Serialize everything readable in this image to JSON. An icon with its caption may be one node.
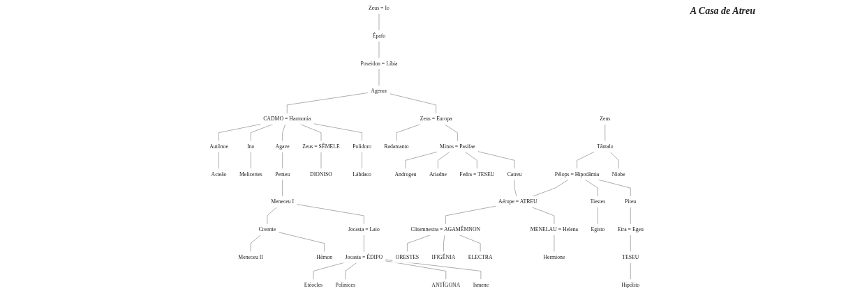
{
  "diagram": {
    "nodes": [
      {
        "text": [
          "Zeus = Io"
        ]
      },
      {
        "text": [
          "Épafo"
        ]
      },
      {
        "text": [
          "Poseidon = Líbia"
        ]
      },
      {
        "text": [
          "Agenor"
        ]
      },
      {
        "text": [
          "CADMO = Harmonia"
        ]
      },
      {
        "text": [
          "Zeus = Europa"
        ]
      },
      {
        "text": [
          "Autônoe"
        ]
      },
      {
        "text": [
          "Ino"
        ]
      },
      {
        "text": [
          "Agave"
        ]
      },
      {
        "text": [
          "Zeus = SÊMELE"
        ]
      },
      {
        "text": [
          "Polidoro"
        ]
      },
      {
        "text": [
          "Acteão"
        ]
      },
      {
        "text": [
          "Melicertes"
        ]
      },
      {
        "text": [
          "Penteu"
        ]
      },
      {
        "text": [
          "DIONISO"
        ]
      },
      {
        "text": [
          "Lábdaco"
        ]
      },
      {
        "text": [
          "Meneceu I"
        ]
      },
      {
        "text": [
          "Creonte"
        ]
      },
      {
        "text": [
          "Jocasta = Laio"
        ]
      },
      {
        "text": [
          "Meneceu II"
        ]
      },
      {
        "text": [
          "Hêmon"
        ]
      },
      {
        "text": [
          "Jocasta = ÉDIPO"
        ]
      },
      {
        "text": [
          "Etéocles"
        ]
      },
      {
        "text": [
          "Polinices"
        ]
      },
      {
        "text": [
          "ANTÍGONA"
        ]
      },
      {
        "text": [
          "Ismene"
        ]
      },
      {
        "text": [
          "Radamanto"
        ]
      },
      {
        "text": [
          "Minos = Pasífae"
        ]
      },
      {
        "text": [
          "Androgeu"
        ]
      },
      {
        "text": [
          "Ariadne"
        ]
      },
      {
        "text": [
          "Fedra = TESEU"
        ]
      },
      {
        "text": [
          "Catreu"
        ]
      },
      {
        "text": [
          "Zeus"
        ]
      },
      {
        "text": [
          "Tântalo"
        ]
      },
      {
        "text": [
          "Pélops = Hipodâmia"
        ]
      },
      {
        "text": [
          "Níobe"
        ]
      },
      {
        "text": [
          "Aérope = ATREU"
        ]
      },
      {
        "text": [
          "Tiestes"
        ]
      },
      {
        "text": [
          "Piteu"
        ]
      },
      {
        "text": [
          "Egisto"
        ]
      },
      {
        "text": [
          "Etra = Egeu"
        ]
      },
      {
        "text": [
          "Clitemnestra = AGAMÊMNON"
        ]
      },
      {
        "text": [
          "MENELAU = Helena"
        ]
      },
      {
        "text": [
          "TESEU"
        ]
      },
      {
        "text": [
          "ORESTES"
        ]
      },
      {
        "text": [
          "IFIGÊNIA"
        ]
      },
      {
        "text": [
          "ELECTRA"
        ]
      },
      {
        "text": [
          "Hermione"
        ]
      },
      {
        "text": [
          "Hipólito"
        ]
      }
    ],
    "edges": [
      {
        "from": 0,
        "to": 1,
        "arrow": "none"
      },
      {
        "from": 1,
        "to": 2,
        "arrow": "none"
      },
      {
        "from": 2,
        "to": 3,
        "arrow": "none"
      },
      {
        "from": 3,
        "to": 4,
        "arrow": "none"
      },
      {
        "from": 3,
        "to": 5,
        "arrow": "none"
      },
      {
        "from": 4,
        "to": 6,
        "arrow": "none"
      },
      {
        "from": 4,
        "to": 7,
        "arrow": "none"
      },
      {
        "from": 4,
        "to": 8,
        "arrow": "none"
      },
      {
        "from": 4,
        "to": 9,
        "arrow": "none"
      },
      {
        "from": 4,
        "to": 10,
        "arrow": "none"
      },
      {
        "from": 6,
        "to": 11,
        "arrow": "none"
      },
      {
        "from": 7,
        "to": 12,
        "arrow": "none"
      },
      {
        "from": 8,
        "to": 13,
        "arrow": "none"
      },
      {
        "from": 9,
        "to": 14,
        "arrow": "none"
      },
      {
        "from": 10,
        "to": 15,
        "arrow": "none"
      },
      {
        "from": 13,
        "to": 16,
        "arrow": "none"
      },
      {
        "from": 16,
        "to": 17,
        "arrow": "none"
      },
      {
        "from": 16,
        "to": 18,
        "arrow": "none"
      },
      {
        "from": 17,
        "to": 19,
        "arrow": "none"
      },
      {
        "from": 17,
        "to": 20,
        "arrow": "none"
      },
      {
        "from": 18,
        "to": 21,
        "arrow": "none"
      },
      {
        "from": 21,
        "to": 22,
        "arrow": "none"
      },
      {
        "from": 21,
        "to": 23,
        "arrow": "none"
      },
      {
        "from": 21,
        "to": 24,
        "arrow": "none"
      },
      {
        "from": 21,
        "to": 25,
        "arrow": "none"
      },
      {
        "from": 5,
        "to": 26,
        "arrow": "none"
      },
      {
        "from": 5,
        "to": 27,
        "arrow": "none"
      },
      {
        "from": 27,
        "to": 28,
        "arrow": "none"
      },
      {
        "from": 27,
        "to": 29,
        "arrow": "none"
      },
      {
        "from": 27,
        "to": 30,
        "arrow": "none"
      },
      {
        "from": 27,
        "to": 31,
        "arrow": "none"
      },
      {
        "from": 32,
        "to": 33,
        "arrow": "none"
      },
      {
        "from": 33,
        "to": 34,
        "arrow": "none"
      },
      {
        "from": 33,
        "to": 35,
        "arrow": "none"
      },
      {
        "from": 31,
        "to": 36,
        "arrow": "none"
      },
      {
        "from": 34,
        "to": 36,
        "arrow": "none"
      },
      {
        "from": 34,
        "to": 37,
        "arrow": "none"
      },
      {
        "from": 34,
        "to": 38,
        "arrow": "none"
      },
      {
        "from": 37,
        "to": 39,
        "arrow": "none"
      },
      {
        "from": 38,
        "to": 40,
        "arrow": "none"
      },
      {
        "from": 36,
        "to": 41,
        "arrow": "none"
      },
      {
        "from": 36,
        "to": 42,
        "arrow": "none"
      },
      {
        "from": 40,
        "to": 43,
        "arrow": "none"
      },
      {
        "from": 41,
        "to": 44,
        "arrow": "none"
      },
      {
        "from": 41,
        "to": 45,
        "arrow": "none"
      },
      {
        "from": 41,
        "to": 46,
        "arrow": "none"
      },
      {
        "from": 42,
        "to": 47,
        "arrow": "none"
      },
      {
        "from": 43,
        "to": 48,
        "arrow": "none"
      }
    ],
    "labels": [
      "A Casa de Atreu"
    ]
  }
}
